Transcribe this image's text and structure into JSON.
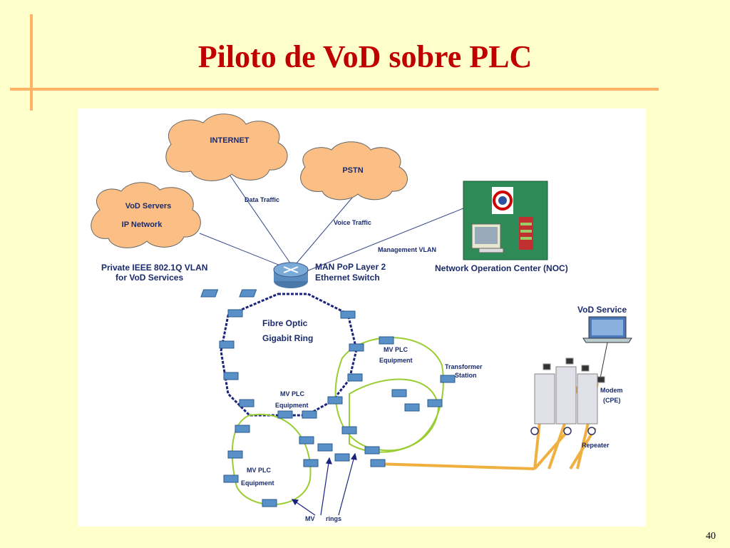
{
  "slide": {
    "title": "Piloto de VoD sobre PLC",
    "page_number": "40"
  },
  "diagram": {
    "clouds": {
      "internet": "INTERNET",
      "pstn": "PSTN",
      "vod_servers_line1": "VoD Servers",
      "vod_servers_line2": "IP Network"
    },
    "links": {
      "data_traffic": "Data Traffic",
      "voice_traffic": "Voice Traffic",
      "management_vlan": "Management VLAN"
    },
    "private_vlan_line1": "Private IEEE 802.1Q VLAN",
    "private_vlan_line2": "for VoD Services",
    "switch_line1": "MAN PoP Layer 2",
    "switch_line2": "Ethernet Switch",
    "noc": "Network Operation Center (NOC)",
    "ring_line1": "Fibre Optic",
    "ring_line2": "Gigabit Ring",
    "mv_plc_1a": "MV PLC",
    "mv_plc_1b": "Equipment",
    "mv_plc_2a": "MV PLC",
    "mv_plc_2b": "Equipment",
    "mv_plc_3a": "MV PLC",
    "mv_plc_3b": "Equipment",
    "transformer_line1": "Transformer",
    "transformer_line2": "Station",
    "vod_service": "VoD Service",
    "modem_line1": "Modem",
    "modem_line2": "(CPE)",
    "repeater": "Repeater",
    "mv": "MV",
    "rings": "rings"
  },
  "colors": {
    "title": "#c00000",
    "background": "#ffffcc",
    "accent_rule": "#ffb366",
    "cloud": "#fbbf85",
    "ring": "#1a237e",
    "mv_ring": "#9acd32",
    "power_line": "#f0b040",
    "noc_panel": "#2e8b57"
  },
  "icons": [
    "router-icon",
    "switch-icon",
    "laptop-icon",
    "building-icon",
    "noc-icon"
  ]
}
